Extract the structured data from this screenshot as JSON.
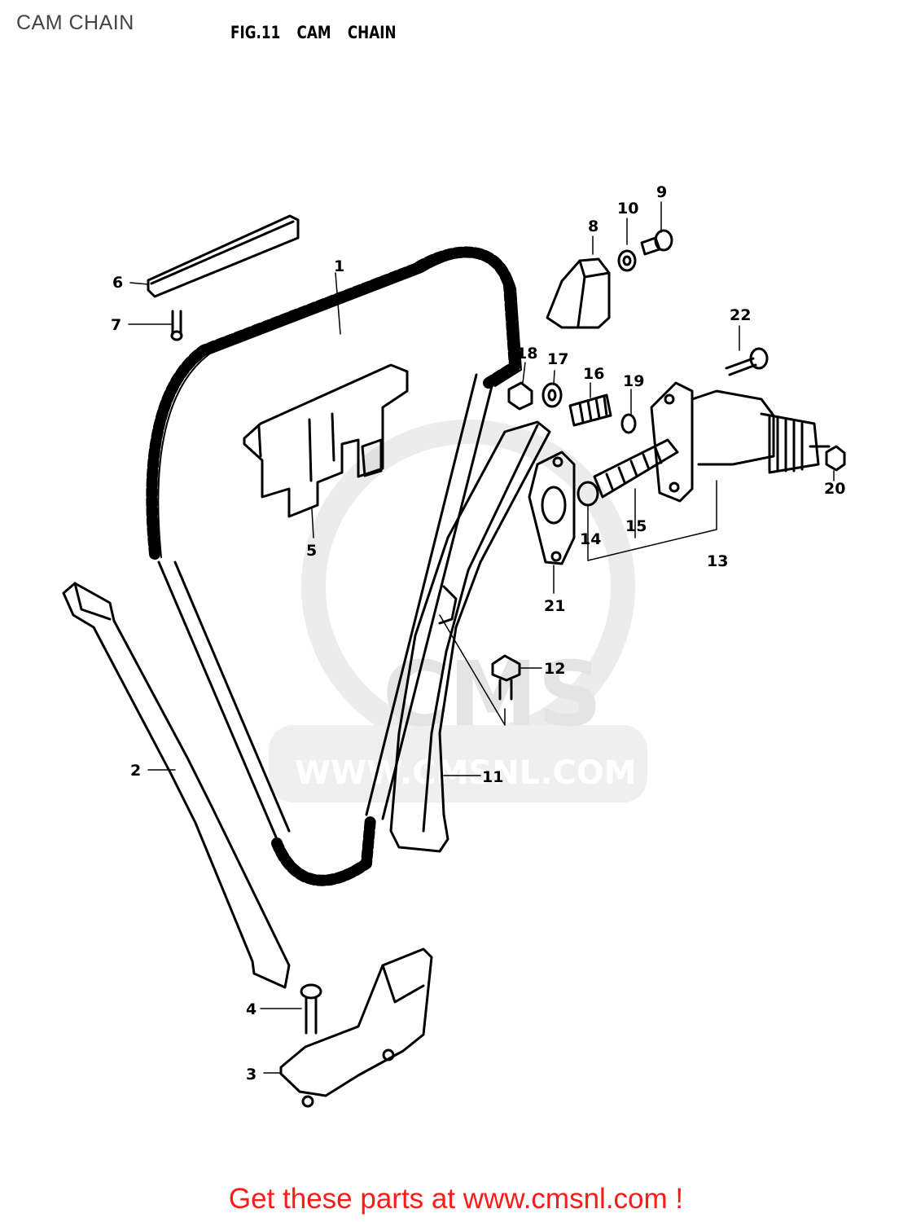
{
  "header": {
    "title": "CAM CHAIN",
    "figure_title": "FIG.11 CAM CHAIN"
  },
  "watermark": {
    "brand": "CMS",
    "url": "WWW.CMSNL.COM"
  },
  "callouts": [
    {
      "id": "1",
      "label": "1"
    },
    {
      "id": "2",
      "label": "2"
    },
    {
      "id": "3",
      "label": "3"
    },
    {
      "id": "4",
      "label": "4"
    },
    {
      "id": "5",
      "label": "5"
    },
    {
      "id": "6",
      "label": "6"
    },
    {
      "id": "7",
      "label": "7"
    },
    {
      "id": "8",
      "label": "8"
    },
    {
      "id": "9",
      "label": "9"
    },
    {
      "id": "10",
      "label": "10"
    },
    {
      "id": "11",
      "label": "11"
    },
    {
      "id": "12",
      "label": "12"
    },
    {
      "id": "13",
      "label": "13"
    },
    {
      "id": "14",
      "label": "14"
    },
    {
      "id": "15",
      "label": "15"
    },
    {
      "id": "16",
      "label": "16"
    },
    {
      "id": "17",
      "label": "17"
    },
    {
      "id": "18",
      "label": "18"
    },
    {
      "id": "19",
      "label": "19"
    },
    {
      "id": "20",
      "label": "20"
    },
    {
      "id": "21",
      "label": "21"
    },
    {
      "id": "22",
      "label": "22"
    }
  ],
  "footer": {
    "text": "Get these parts at www.cmsnl.com !"
  }
}
